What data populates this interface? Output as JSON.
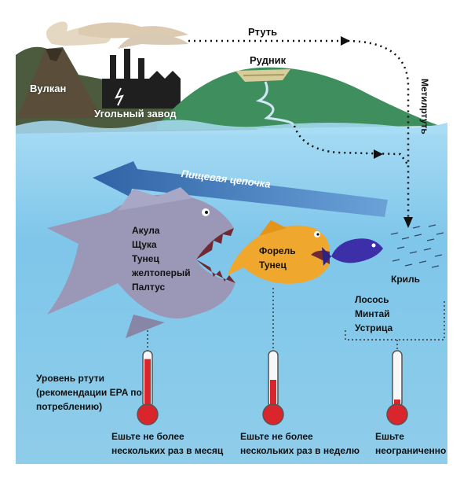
{
  "colors": {
    "water": "#7ec6ea",
    "water_top": "#a9dcf4",
    "land_dark": "#4c5b3e",
    "hill": "#3f8f5e",
    "arrow_band": "#3a78b8",
    "mercury": "#d9262c",
    "big_fish": "#9a98b6",
    "mid_fish": "#f0a72e",
    "small_fish": "#3c2fa8"
  },
  "icons": {
    "factory": "factory-icon",
    "volcano": "volcano-icon",
    "mine": "mine-icon",
    "thermometer": "thermometer-icon",
    "krill": "krill-icon"
  },
  "sources": {
    "volcano": "Вулкан",
    "coal_plant": "Угольный завод",
    "mine": "Рудник"
  },
  "flows": {
    "mercury": "Ртуть",
    "methylmercury": "Метилртуть",
    "food_chain": "Пищевая цепочка"
  },
  "organisms": {
    "large": [
      "Акула",
      "Щука",
      "Тунец",
      "желтоперый",
      "Палтус"
    ],
    "medium": [
      "Форель",
      "Тунец"
    ],
    "small": [
      "Лосось",
      "Минтай",
      "Устрица"
    ],
    "krill": "Криль"
  },
  "mercury_legend": [
    "Уровень ртути",
    "(рекомендации EPA по",
    "потреблению)"
  ],
  "thermometers": [
    {
      "level": 0.9,
      "advice": [
        "Ешьте не более",
        "нескольких раз в месяц"
      ]
    },
    {
      "level": 0.5,
      "advice": [
        "Ешьте не более",
        "нескольких раз в неделю"
      ]
    },
    {
      "level": 0.12,
      "advice": [
        "Ешьте",
        "неограниченно"
      ]
    }
  ]
}
